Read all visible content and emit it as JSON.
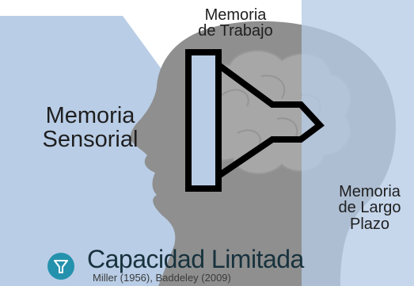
{
  "labels": {
    "working_memory": [
      "Memoria",
      "de Trabajo"
    ],
    "sensory_memory": [
      "Memoria",
      "Sensorial"
    ],
    "long_term_memory": [
      "Memoria",
      "de Largo",
      "Plazo"
    ]
  },
  "footer": {
    "title": "Capacidad Limitada",
    "citation": "Miller (1956), Baddeley (2009)",
    "icon": "funnel-icon"
  },
  "colors": {
    "light_blue": "#b9cde6",
    "head_gray": "#8d8d8d",
    "brain_gray": "#a3a3a3",
    "outline": "#000000",
    "badge": "#2592ad"
  }
}
